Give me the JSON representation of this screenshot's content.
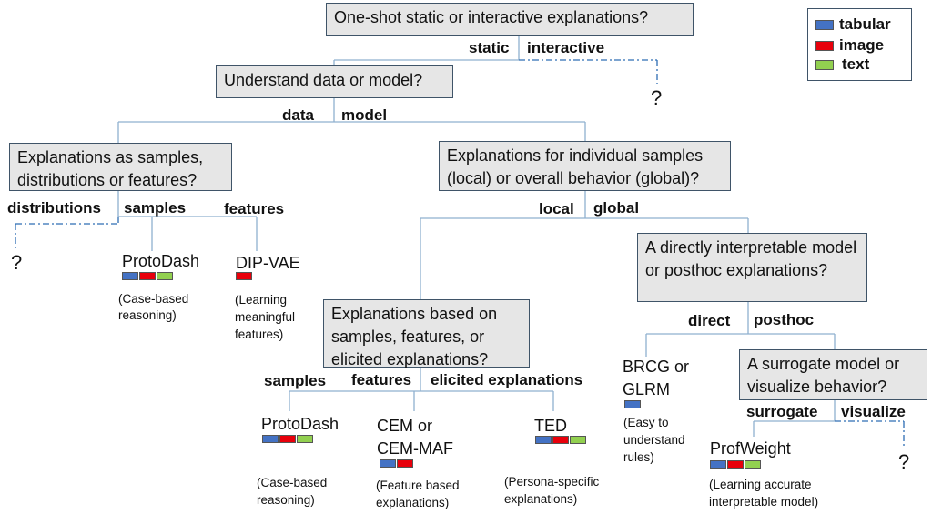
{
  "colors": {
    "tabular": "#4472c4",
    "image": "#e8000b",
    "text": "#92d050",
    "line": "#8fb0cf",
    "dash": "#2e6db4"
  },
  "legend": {
    "tabular": "tabular",
    "image": "image",
    "text": "text"
  },
  "questions": {
    "q1": "One-shot static or interactive explanations?",
    "q2": "Understand data or model?",
    "q3": "Explanations as samples, distributions or features?",
    "q4": "Explanations for individual samples (local) or overall behavior (global)?",
    "q5": "A directly interpretable model or posthoc explanations?",
    "q6": "Explanations based on samples, features, or elicited explanations?",
    "q7": "A surrogate model or visualize behavior?"
  },
  "branches": {
    "static": "static",
    "interactive": "interactive",
    "data": "data",
    "model": "model",
    "distributions": "distributions",
    "samples": "samples",
    "features": "features",
    "local": "local",
    "global": "global",
    "direct": "direct",
    "posthoc": "posthoc",
    "samples2": "samples",
    "features2": "features",
    "elicited": "elicited explanations",
    "surrogate": "surrogate",
    "visualize": "visualize"
  },
  "unknown": "?",
  "algorithms": {
    "protodash1": {
      "name": "ProtoDash",
      "note": [
        "(Case-based",
        "reasoning)"
      ]
    },
    "dipvae": {
      "name": "DIP-VAE",
      "note": [
        "(Learning",
        "meaningful",
        "features)"
      ]
    },
    "protodash2": {
      "name": "ProtoDash",
      "note": [
        "(Case-based",
        "reasoning)"
      ]
    },
    "cem": {
      "name": [
        "CEM or",
        "CEM-MAF"
      ],
      "note": [
        "(Feature based",
        "explanations)"
      ]
    },
    "ted": {
      "name": "TED",
      "note": [
        "(Persona-specific",
        "explanations)"
      ]
    },
    "brcg": {
      "name": [
        "BRCG or",
        "GLRM"
      ],
      "note": [
        "(Easy to",
        "understand",
        "rules)"
      ]
    },
    "profweight": {
      "name": "ProfWeight",
      "note": [
        "(Learning accurate",
        "interpretable model)"
      ]
    }
  }
}
